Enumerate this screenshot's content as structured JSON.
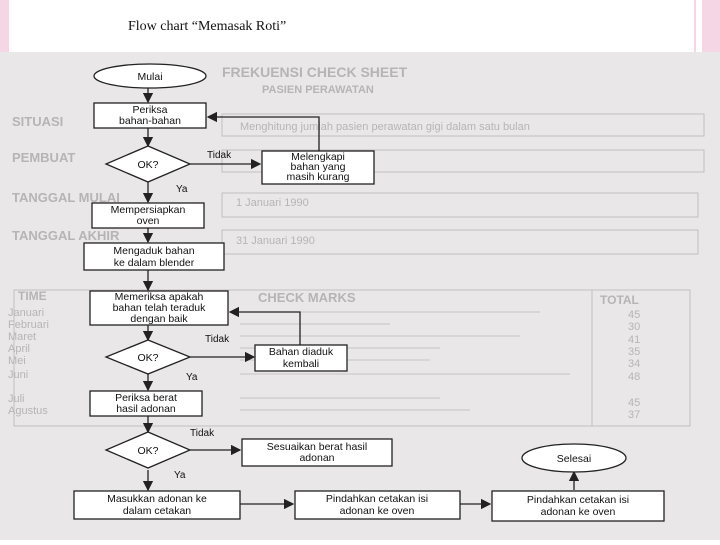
{
  "slide": {
    "title": "Flow chart “Memasak Roti”"
  },
  "background_sheet": {
    "heading1": "FREKUENSI CHECK SHEET",
    "heading2": "PASIEN PERAWATAN",
    "rows": [
      {
        "label": "SITUASI",
        "value": "Menghitung jumlah pasien perawatan gigi dalam satu bulan"
      },
      {
        "label": "PEMBUAT",
        "value": ""
      },
      {
        "label": "TANGGAL MULAI",
        "value": "1 Januari 1990"
      },
      {
        "label": "TANGGAL AKHIR",
        "value": "31 Januari 1990"
      }
    ],
    "table_headers": {
      "left": "TIME",
      "mid": "CHECK MARKS",
      "right": "TOTAL"
    },
    "months": [
      "Januari",
      "Februari",
      "Maret",
      "April",
      "Mei",
      "Juni",
      "Juli",
      "Agustus"
    ],
    "totals": [
      "45",
      "30",
      "41",
      "35",
      "34",
      "48",
      "45",
      "37"
    ]
  },
  "flowchart": {
    "start": "Mulai",
    "check_ingredients": [
      "Periksa",
      "bahan-bahan"
    ],
    "decision1": "OK?",
    "complete_ingredients": [
      "Melengkapi",
      "bahan yang",
      "masih kurang"
    ],
    "prepare_oven": [
      "Mempersiapkan",
      "oven"
    ],
    "mix": [
      "Mengaduk bahan",
      "ke dalam blender"
    ],
    "check_mix": [
      "Memeriksa apakah",
      "bahan telah teraduk",
      "dengan baik"
    ],
    "decision2": "OK?",
    "remix": [
      "Bahan diaduk",
      "kembali"
    ],
    "check_weight": [
      "Periksa berat",
      "hasil adonan"
    ],
    "decision3": "OK?",
    "adjust_weight": [
      "Sesuaikan berat hasil",
      "adonan"
    ],
    "put_in_pan": [
      "Masukkan adonan ke",
      "dalam cetakan"
    ],
    "move_pan1": [
      "Pindahkan cetakan isi",
      "adonan ke oven"
    ],
    "move_pan2": [
      "Pindahkan cetakan isi",
      "adonan ke oven"
    ],
    "end": "Selesai",
    "label_no": "Tidak",
    "label_yes": "Ya"
  }
}
